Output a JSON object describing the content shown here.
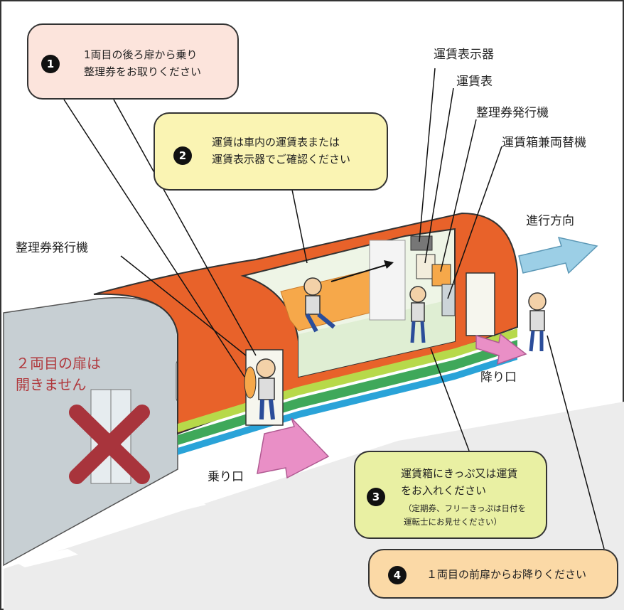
{
  "bubbles": {
    "step1": {
      "number": "1",
      "line1": "1両目の後ろ扉から乗り",
      "line2": "整理券をお取りください"
    },
    "step2": {
      "number": "2",
      "line1": "運賃は車内の運賃表または",
      "line2": "運賃表示器でご確認ください"
    },
    "step3": {
      "number": "3",
      "line1": "運賃箱にきっぷ又は運賃",
      "line2": "をお入れください",
      "note1": "（定期券、フリーきっぷは日付を",
      "note2": "運転士にお見せください）"
    },
    "step4": {
      "number": "4",
      "line1": "１両目の前扉からお降りください"
    }
  },
  "labels": {
    "fare_display": "運賃表示器",
    "fare_table": "運賃表",
    "ticket_machine_right": "整理券発行機",
    "fare_box_changer": "運賃箱兼両替機",
    "direction": "進行方向",
    "ticket_machine_left": "整理券発行機",
    "exit": "降り口",
    "entrance": "乗り口",
    "second_car_line1": "２両目の扉は",
    "second_car_line2": "開きません"
  },
  "colors": {
    "car_orange": "#e8622a",
    "floor_green": "#dfeed3",
    "stripe_lime": "#b7d94a",
    "stripe_green": "#3fa85a",
    "stripe_blue": "#2aa3d8",
    "seat_orange": "#f6a84a",
    "cross_red": "#a8343c",
    "pink_arrow": "#e98fc6",
    "blue_arrow": "#9ccfe6"
  }
}
